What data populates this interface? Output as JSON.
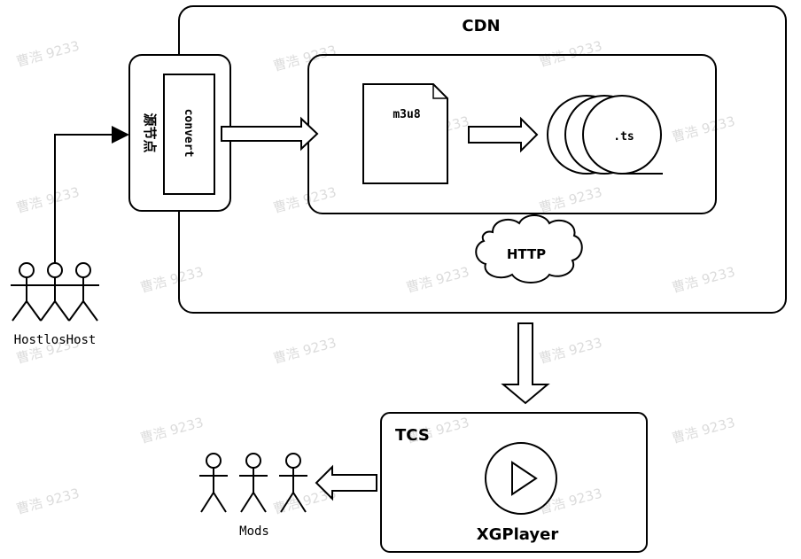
{
  "cdn": {
    "title": "CDN"
  },
  "source_node": {
    "label": "源节点",
    "convert_label": "convert"
  },
  "files": {
    "m3u8_label": "m3u8",
    "ts_label": ".ts"
  },
  "http": {
    "label": "HTTP"
  },
  "tcs": {
    "title": "TCS",
    "player_label": "XGPlayer"
  },
  "actors": {
    "hosts_label": "HostlosHost",
    "mods_label": "Mods"
  },
  "watermark": {
    "text": "曹浩 9233"
  }
}
